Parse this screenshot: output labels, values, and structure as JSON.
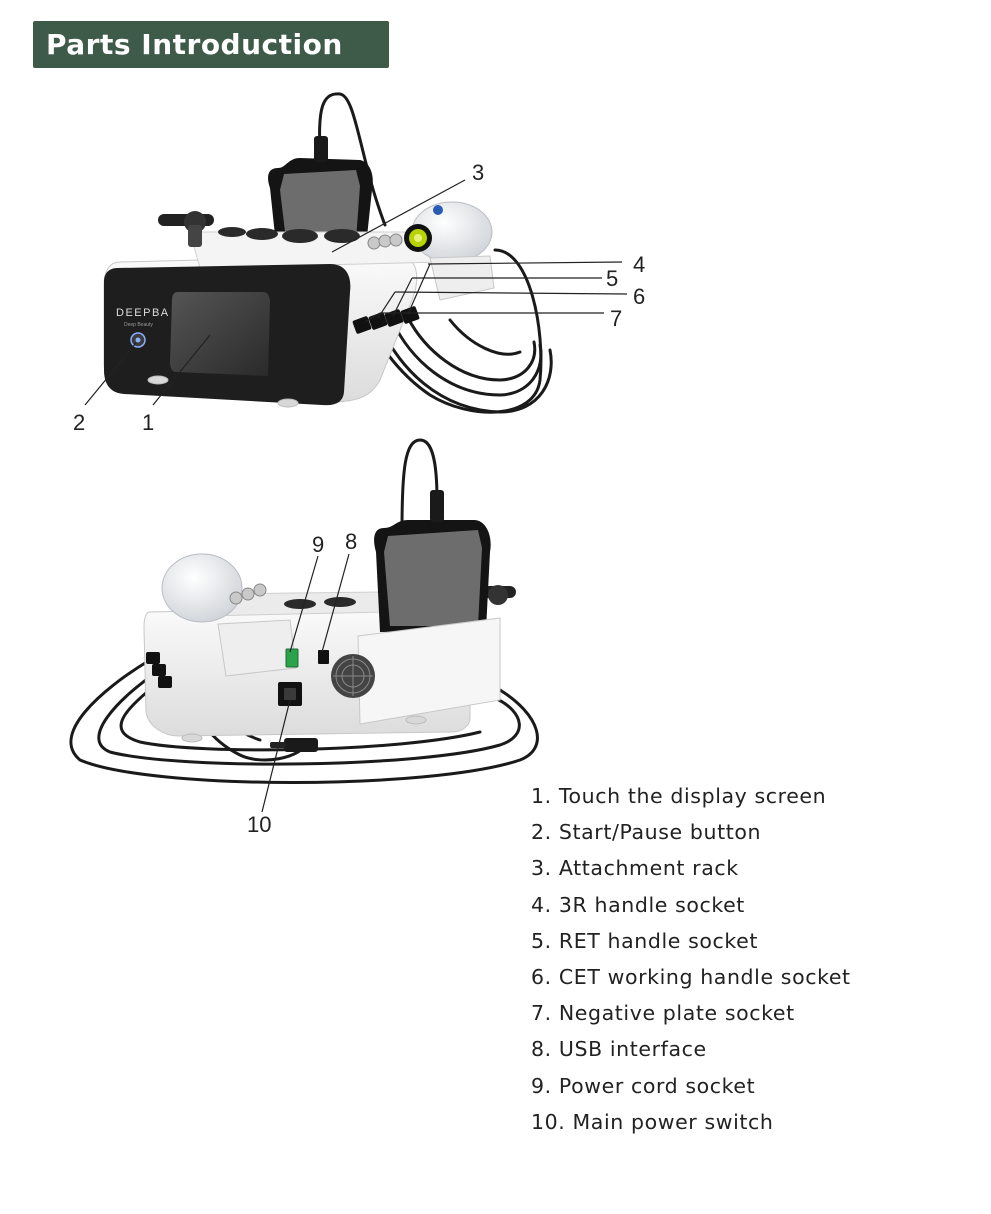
{
  "title": "Parts Introduction",
  "device_brand": {
    "name": "DEEPBA",
    "tagline": "Deep Beauty"
  },
  "callouts": {
    "c1": "1",
    "c2": "2",
    "c3": "3",
    "c4": "4",
    "c5": "5",
    "c6": "6",
    "c7": "7",
    "c8": "8",
    "c9": "9",
    "c10": "10"
  },
  "parts": [
    "1. Touch the display screen",
    "2. Start/Pause button",
    "3. Attachment rack",
    "4. 3R handle socket",
    "5. RET handle socket",
    "6. CET working handle socket",
    "7. Negative plate socket",
    "8. USB interface",
    "9. Power cord socket",
    "10. Main power switch"
  ],
  "colors": {
    "title_bar": "#3e5a48",
    "device_body": "#f1f1f1",
    "front_panel": "#1e1e1e",
    "cable": "#1a1a1a",
    "power_switch": "#2aa34a",
    "handle_accent": "#b8d400"
  }
}
